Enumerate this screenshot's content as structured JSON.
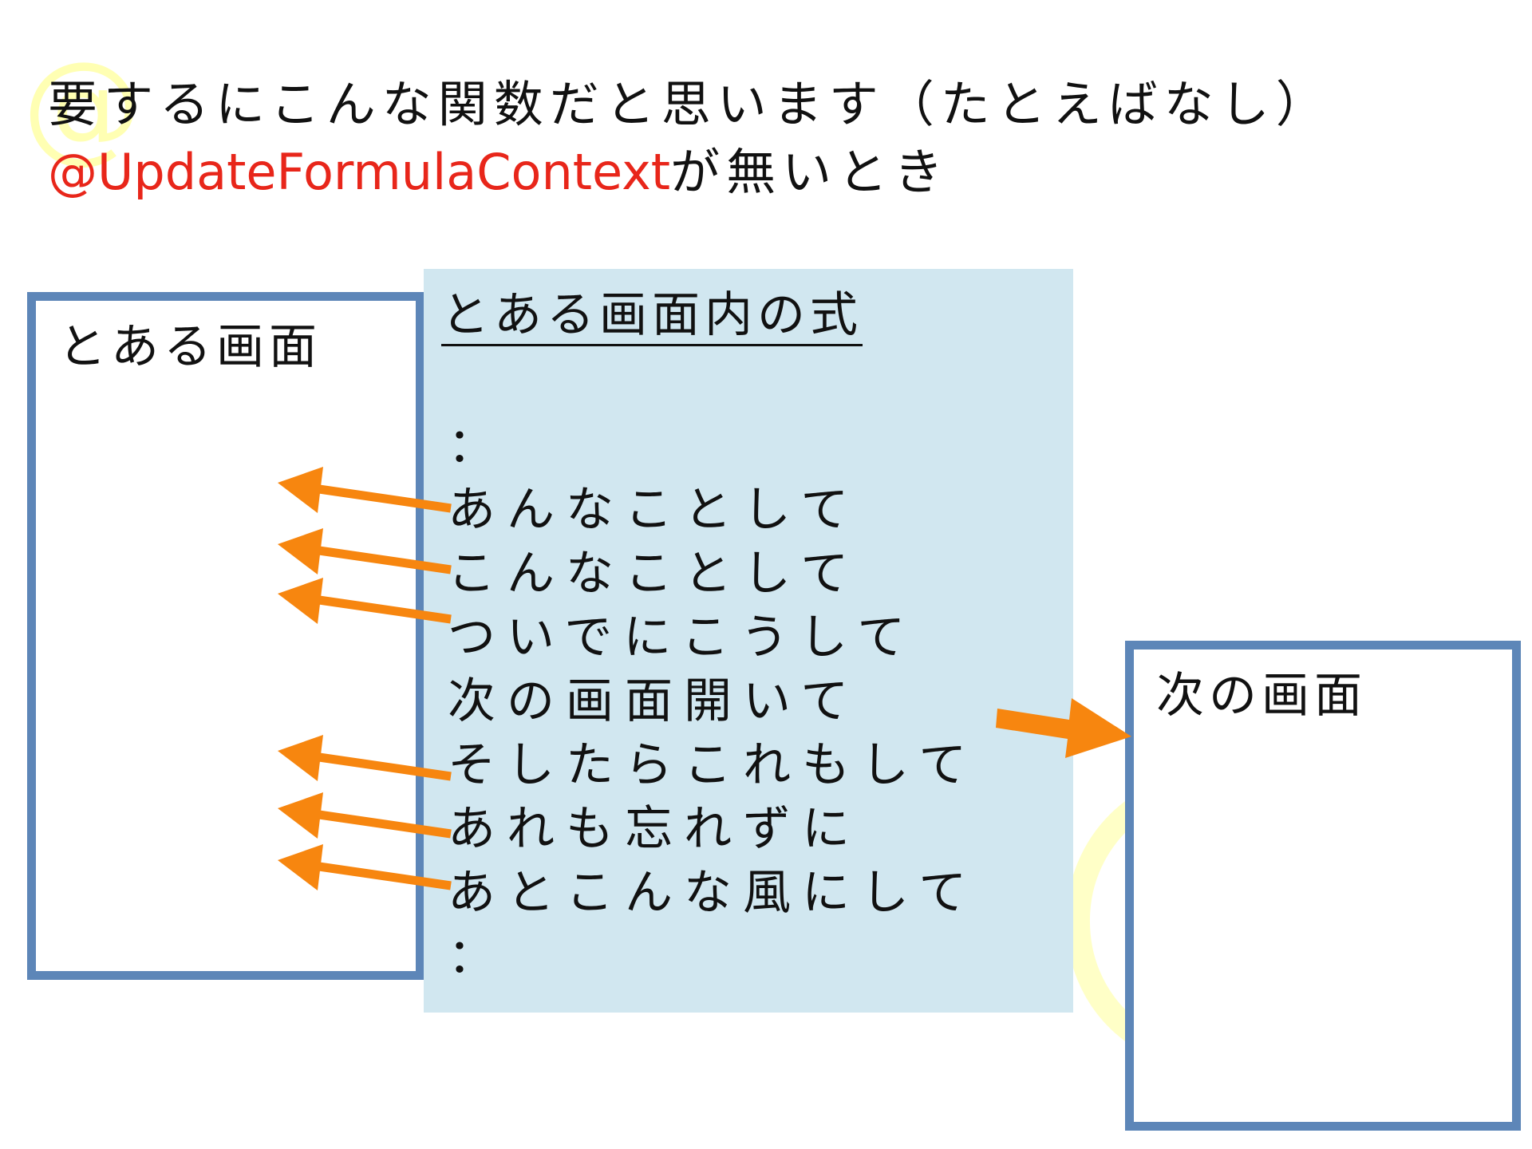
{
  "title": {
    "line1": "要するにこんな関数だと思います（たとえばなし）",
    "line2_highlight": "@UpdateFormulaContext",
    "line2_rest": "が無いとき"
  },
  "watermark_symbol": "@",
  "left_screen": {
    "label": "とある画面"
  },
  "formula_panel": {
    "title": "とある画面内の式",
    "lines": [
      "：",
      "あんなことして",
      "こんなことして",
      "ついでにこうして",
      "次の画面開いて",
      "そしたらこれもして",
      "あれも忘れずに",
      "あとこんな風にして",
      "："
    ]
  },
  "right_screen": {
    "label": "次の画面"
  },
  "colors": {
    "highlight_text": "#e8261a",
    "screen_border": "#5d86b8",
    "panel_background": "#d1e7f0",
    "arrow": "#f7860f",
    "watermark": "#ffffa6"
  }
}
